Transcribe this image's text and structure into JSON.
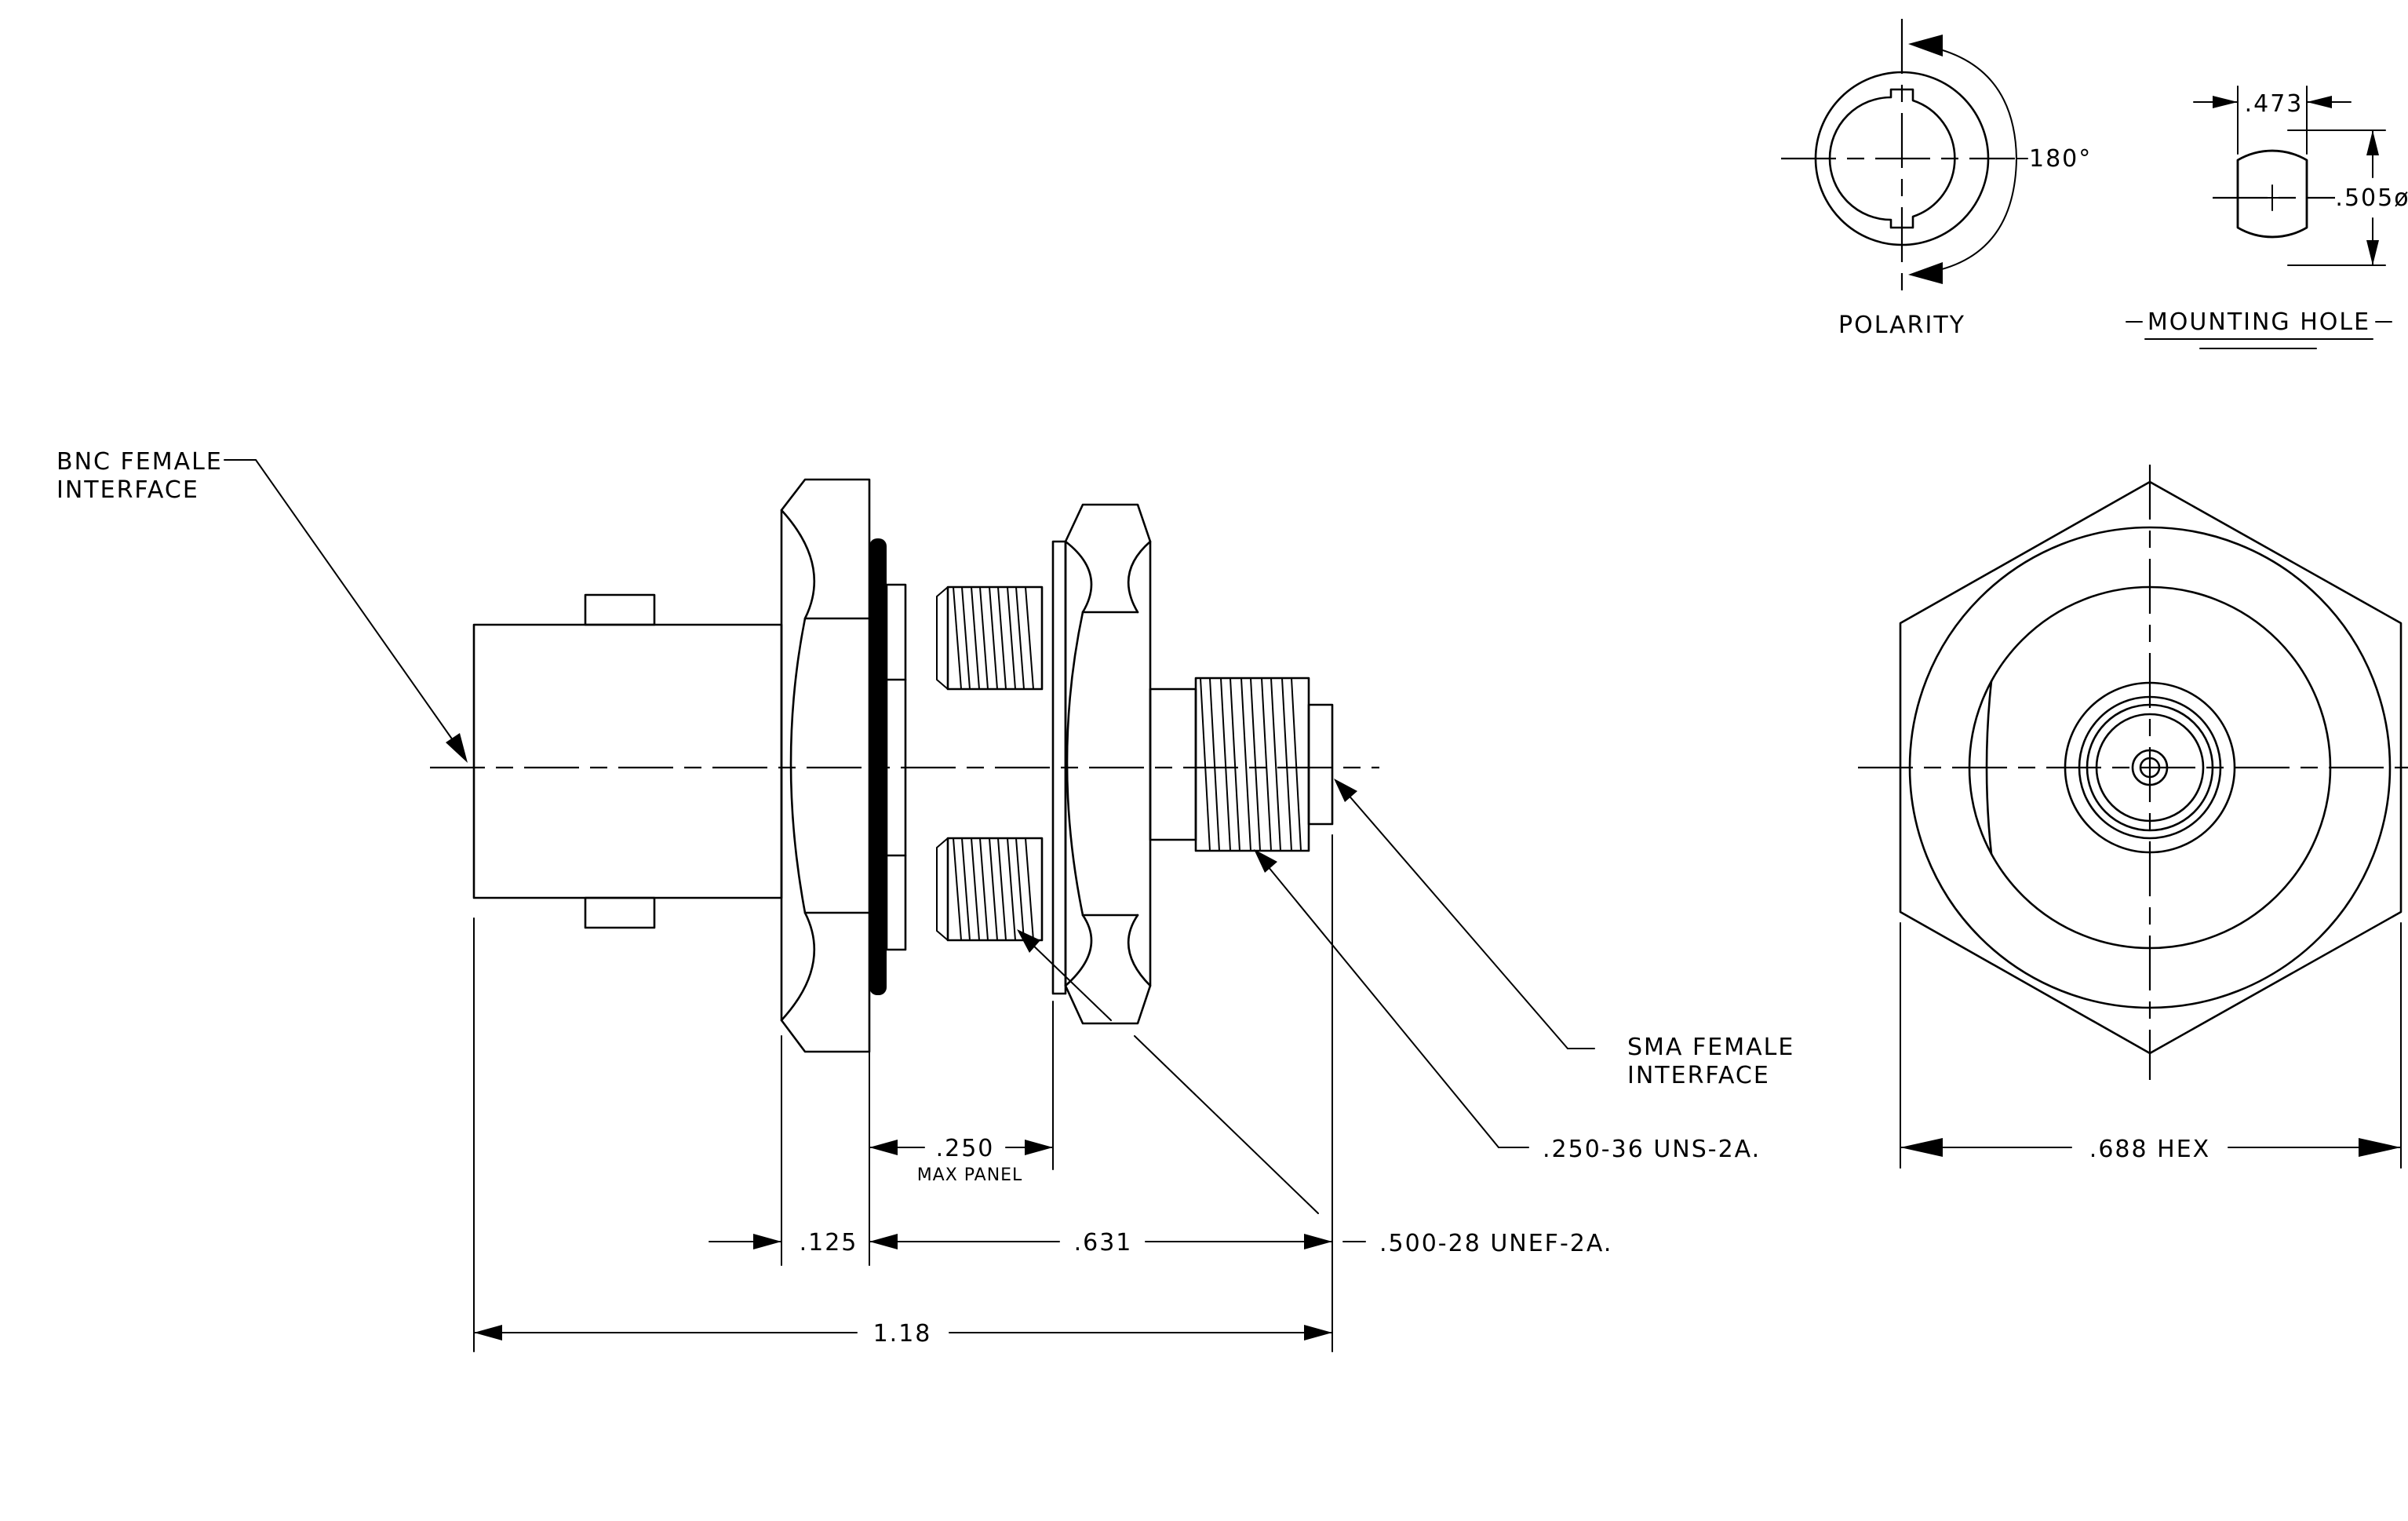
{
  "labels": {
    "bnc_line1": "BNC FEMALE",
    "bnc_line2": "INTERFACE",
    "sma_line1": "SMA FEMALE",
    "sma_line2": "INTERFACE",
    "thread_sma": ".250-36 UNS-2A.",
    "thread_bulkhead": ".500-28 UNEF-2A.",
    "polarity": "POLARITY",
    "polarity_angle": "180°",
    "mounting_hole": "MOUNTING HOLE"
  },
  "dimensions": {
    "max_panel_value": ".250",
    "max_panel_label": "MAX PANEL",
    "flange": ".125",
    "body_length": ".631",
    "overall_length": "1.18",
    "hex_width": ".688 HEX",
    "hole_flat": ".473",
    "hole_diameter": ".505ø"
  }
}
